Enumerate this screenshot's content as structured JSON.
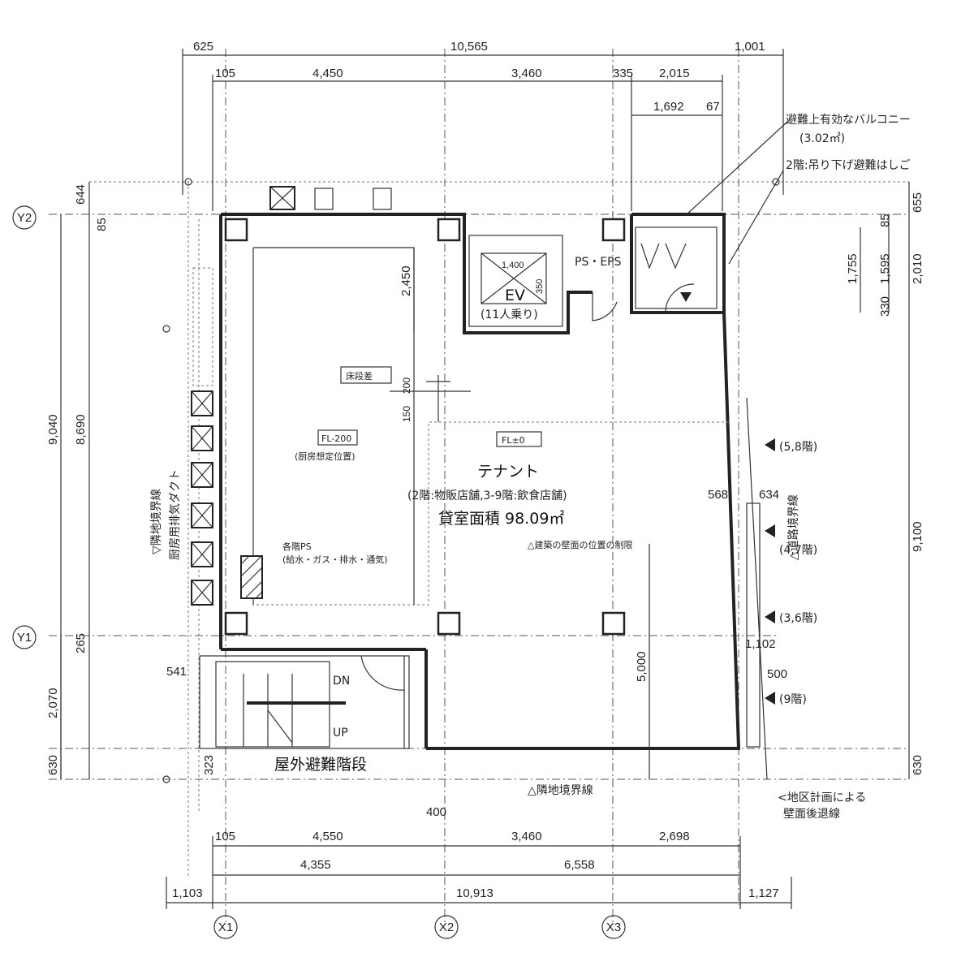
{
  "grid_labels": {
    "x1": "X1",
    "x2": "X2",
    "x3": "X3",
    "y1": "Y1",
    "y2": "Y2"
  },
  "dims_top": {
    "overall_left": "625",
    "overall_main": "10,565",
    "overall_right": "1,001",
    "seg_105": "105",
    "seg_4450": "4,450",
    "seg_3460": "3,460",
    "seg_335": "335",
    "seg_2015": "2,015",
    "seg_1692": "1,692",
    "seg_67": "67"
  },
  "dims_bottom": {
    "seg_105": "105",
    "seg_4550": "4,550",
    "seg_3460": "3,460",
    "seg_2698": "2,698",
    "seg_4355": "4,355",
    "seg_6558": "6,558",
    "overall_left": "1,103",
    "overall_main": "10,913",
    "overall_right": "1,127",
    "seg_400": "400"
  },
  "dims_left": {
    "d_644": "644",
    "d_85": "85",
    "d_9040": "9,040",
    "d_8690": "8,690",
    "d_265": "265",
    "d_2070": "2,070",
    "d_630": "630",
    "d_541": "541",
    "d_323": "323"
  },
  "dims_right": {
    "d_655": "655",
    "d_85": "85",
    "d_1755": "1,755",
    "d_1595": "1,595",
    "d_2010": "2,010",
    "d_330": "330",
    "d_9100": "9,100",
    "d_630": "630",
    "d_568": "568",
    "d_634": "634",
    "d_1102": "1,102",
    "d_500": "500"
  },
  "dims_inner": {
    "d_2450": "2,450",
    "d_1400": "1,400",
    "d_350": "350",
    "d_200": "200",
    "d_150": "150",
    "d_5000": "5,000"
  },
  "labels": {
    "balcony": "避難上有効なバルコニー",
    "balcony_area": "(3.02㎡)",
    "ladder": "2階:吊り下げ避難はしご",
    "ps_eps": "PS・EPS",
    "ev": "EV",
    "ev_cap": "(11人乗り)",
    "floor_step": "床段差",
    "fl_200": "FL-200",
    "fl_200_note": "(厨房想定位置)",
    "fl_0": "FL±0",
    "tenant": "テナント",
    "tenant_use": "(2階:物販店舗,3-9階:飲食店舗)",
    "tenant_area": "貸室面積 98.09㎡",
    "ps_each": "各階PS",
    "ps_each_note": "(給水・ガス・排水・通気)",
    "kitchen_duct": "厨房用排気ダクト",
    "boundary_left": "▽隣地境界線",
    "boundary_bottom": "△隣地境界線",
    "boundary_right": "△道路境界線",
    "setback": "△建築の壁面の位置の制限",
    "floor_58": "(5,8階)",
    "floor_47": "(4,7階)",
    "floor_36": "(3,6階)",
    "floor_9": "(9階)",
    "dn": "DN",
    "up": "UP",
    "stair": "屋外避難階段",
    "plan_note_1": "<地区計画による",
    "plan_note_2": "壁面後退線"
  }
}
